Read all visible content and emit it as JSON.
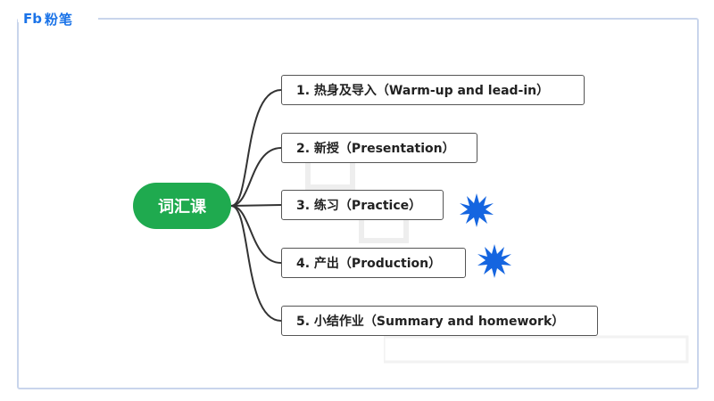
{
  "logo": {
    "mark": "Fb",
    "text": "粉笔"
  },
  "mindmap": {
    "center": "词汇课",
    "branches": [
      {
        "label": "1. 热身及导入（Warm-up and lead-in）",
        "marked": false
      },
      {
        "label": "2. 新授（Presentation）",
        "marked": false
      },
      {
        "label": "3. 练习（Practice）",
        "marked": true
      },
      {
        "label": "4. 产出（Production）",
        "marked": true
      },
      {
        "label": "5. 小结作业（Summary and homework）",
        "marked": false
      }
    ]
  },
  "colors": {
    "center_fill": "#1faa4f",
    "star_fill": "#1565e0",
    "frame": "#c9d5ec",
    "connector": "#333333"
  }
}
